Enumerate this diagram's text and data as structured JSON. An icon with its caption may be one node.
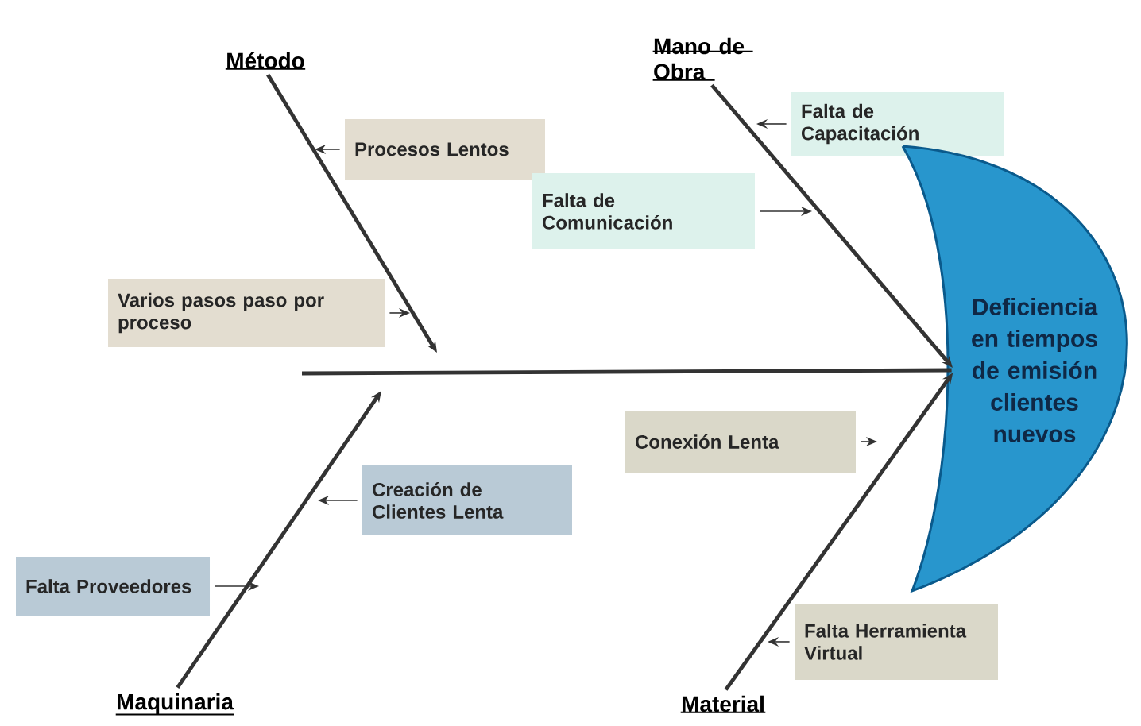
{
  "diagram": {
    "nodes": [
      {
        "text": [
          "Método"
        ]
      },
      {
        "text": [
          "Mano de Obra"
        ]
      },
      {
        "text": [
          "Procesos Lentos"
        ]
      },
      {
        "text": [
          "Falta de Capacitación"
        ]
      },
      {
        "text": [
          "Falta de Comunicación"
        ]
      },
      {
        "text": [
          "Varios pasos paso por proceso"
        ]
      },
      {
        "text": [
          "Deficiencia en tiempos de emisión clientes nuevos"
        ]
      },
      {
        "text": [
          "Conexión Lenta"
        ]
      },
      {
        "text": [
          "Creación de Clientes Lenta"
        ]
      },
      {
        "text": [
          "Falta Proveedores"
        ]
      },
      {
        "text": [
          "Falta Herramienta Virtual"
        ]
      },
      {
        "text": [
          "Maquinaria"
        ]
      },
      {
        "text": [
          "Material"
        ]
      }
    ],
    "edges": [
      {
        "from": 0,
        "to": null,
        "arrow": "to",
        "style": "thick"
      },
      {
        "from": 1,
        "to": 6,
        "arrow": "to",
        "style": "thick"
      },
      {
        "from": 11,
        "to": null,
        "arrow": "to",
        "style": "thick"
      },
      {
        "from": 12,
        "to": 6,
        "arrow": "to",
        "style": "thick"
      },
      {
        "from": null,
        "to": 6,
        "arrow": "none",
        "style": "thick"
      },
      {
        "from": 2,
        "to": null,
        "arrow": "to"
      },
      {
        "from": 3,
        "to": null,
        "arrow": "to"
      },
      {
        "from": 4,
        "to": null,
        "arrow": "to"
      },
      {
        "from": 5,
        "to": null,
        "arrow": "to"
      },
      {
        "from": 7,
        "to": null,
        "arrow": "to"
      },
      {
        "from": 8,
        "to": null,
        "arrow": "to"
      },
      {
        "from": 9,
        "to": null,
        "arrow": "to"
      },
      {
        "from": 10,
        "to": null,
        "arrow": "to"
      }
    ]
  }
}
